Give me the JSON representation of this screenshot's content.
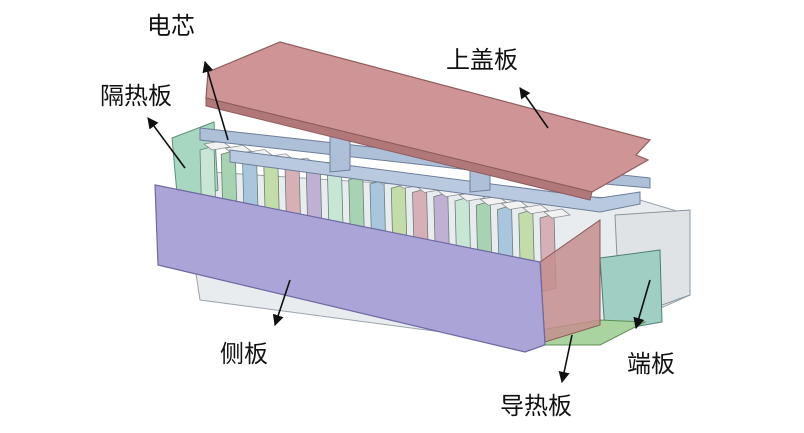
{
  "labels": {
    "cell": "电芯",
    "top_cover": "上盖板",
    "insulation_plate": "隔热板",
    "side_plate": "侧板",
    "end_plate": "端板",
    "thermal_plate": "导热板"
  },
  "colors": {
    "top_cover": "#cf9596",
    "side_plate": "#aaa5d6",
    "end_plate": "#9fcfc3",
    "thermal_plate": "#c48e8e",
    "frame": "#aebfd8",
    "cell_top": "#f2f2f2",
    "arrow": "#111111"
  },
  "separator_colors": [
    "#c7e6d6",
    "#a8d3b3",
    "#a8c7de",
    "#c4dbaa",
    "#d6b0b6",
    "#c0b0d4"
  ]
}
